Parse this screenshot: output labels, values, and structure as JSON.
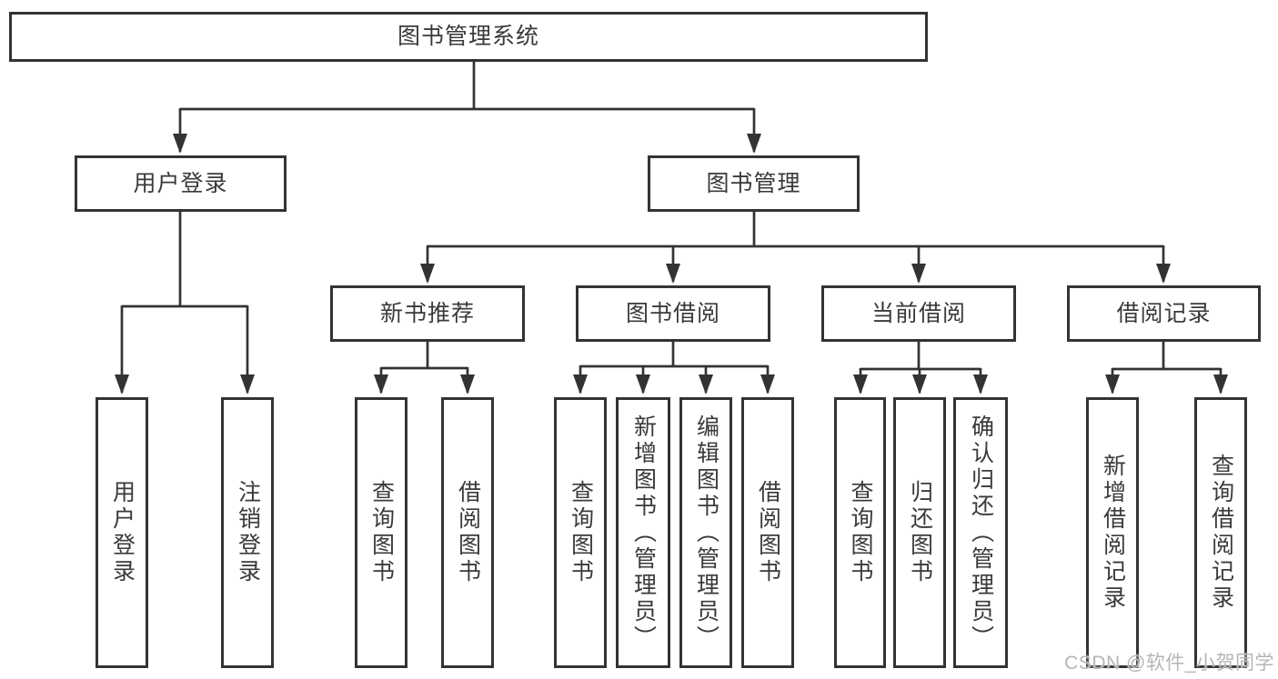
{
  "hierarchy": {
    "label": "图书管理系统",
    "children": [
      {
        "label": "用户登录",
        "children": [
          {
            "label": "用户登录"
          },
          {
            "label": "注销登录"
          }
        ]
      },
      {
        "label": "图书管理",
        "children": [
          {
            "label": "新书推荐",
            "children": [
              {
                "label": "查询图书"
              },
              {
                "label": "借阅图书"
              }
            ]
          },
          {
            "label": "图书借阅",
            "children": [
              {
                "label": "查询图书"
              },
              {
                "label": "新增图书（管理员）"
              },
              {
                "label": "编辑图书（管理员）"
              },
              {
                "label": "借阅图书"
              }
            ]
          },
          {
            "label": "当前借阅",
            "children": [
              {
                "label": "查询图书"
              },
              {
                "label": "归还图书"
              },
              {
                "label": "确认归还（管理员）"
              }
            ]
          },
          {
            "label": "借阅记录",
            "children": [
              {
                "label": "新增借阅记录"
              },
              {
                "label": "查询借阅记录"
              }
            ]
          }
        ]
      }
    ]
  },
  "watermark": "CSDN @软件_小贺同学",
  "colors": {
    "line": "#333333",
    "box_border": "#333333",
    "text": "#3a3a3a",
    "background": "#ffffff",
    "watermark": "#b5b5b5"
  }
}
